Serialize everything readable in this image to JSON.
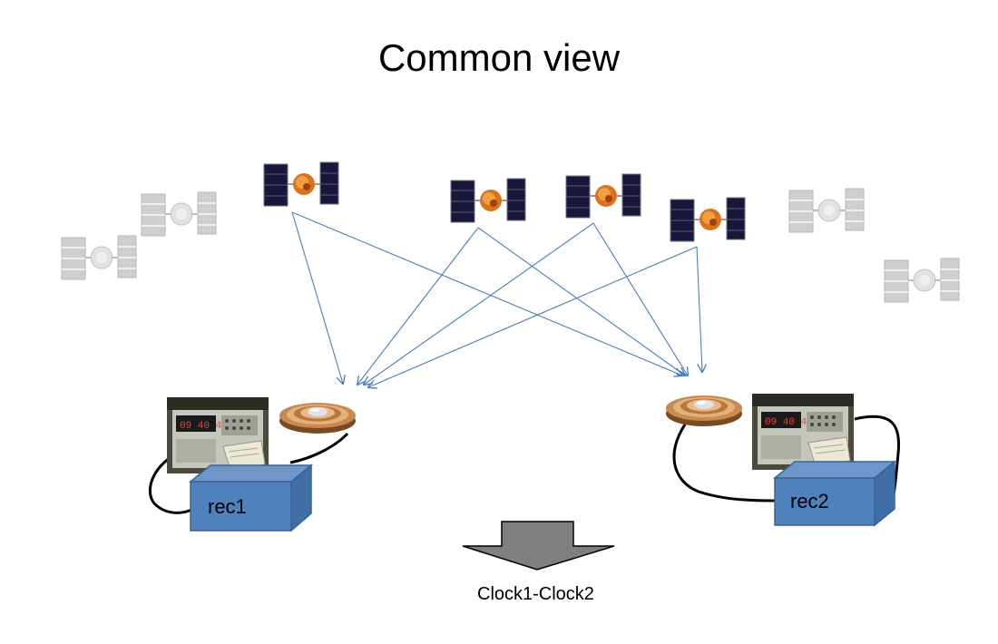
{
  "title": "Common view",
  "receivers": [
    {
      "label": "rec1"
    },
    {
      "label": "rec2"
    }
  ],
  "result_label": "Clock1-Clock2",
  "colors": {
    "signal_arrow": "#4a7ebb",
    "receiver_box": "#4f81bd",
    "result_arrow": "#7f7f7f",
    "cable": "#000000"
  }
}
